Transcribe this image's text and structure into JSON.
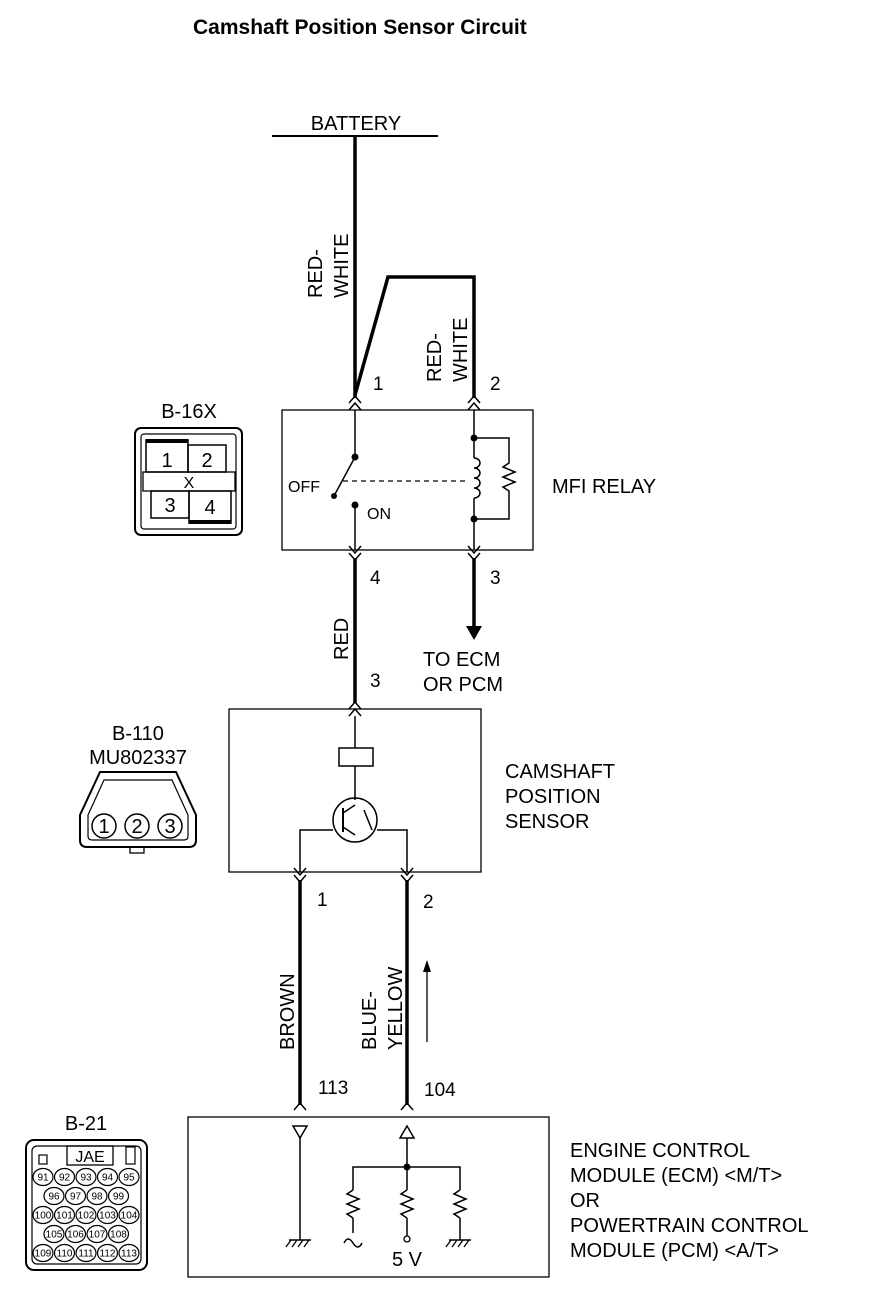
{
  "title": "Camshaft Position Sensor Circuit",
  "battery": "BATTERY",
  "wires": {
    "red_white_1": [
      "RED-",
      "WHITE"
    ],
    "red_white_2": [
      "RED-",
      "WHITE"
    ],
    "red": "RED",
    "brown": "BROWN",
    "blue_yellow": [
      "BLUE-",
      "YELLOW"
    ]
  },
  "relay": {
    "name": "MFI RELAY",
    "off": "OFF",
    "on": "ON",
    "pins": [
      "1",
      "2",
      "4",
      "3"
    ]
  },
  "to_ecm": [
    "TO ECM",
    "OR PCM"
  ],
  "sensor": {
    "name": [
      "CAMSHAFT",
      "POSITION",
      "SENSOR"
    ],
    "pin_top": "3",
    "pin_left": "1",
    "pin_right": "2"
  },
  "ecm": {
    "name": [
      "ENGINE CONTROL",
      "MODULE (ECM) <M/T>",
      "OR",
      "POWERTRAIN CONTROL",
      "MODULE (PCM) <A/T>"
    ],
    "pin_left": "113",
    "pin_right": "104",
    "voltage": "5 V"
  },
  "connectors": {
    "b16x": {
      "name": "B-16X",
      "pins": [
        "1",
        "2",
        "3",
        "4"
      ],
      "mark": "X"
    },
    "b110": {
      "name": "B-110",
      "part": "MU802337",
      "pins": [
        "1",
        "2",
        "3"
      ]
    },
    "b21": {
      "name": "B-21",
      "label": "JAE",
      "rows": [
        [
          "91",
          "92",
          "93",
          "94",
          "95"
        ],
        [
          "96",
          "97",
          "98",
          "99"
        ],
        [
          "100",
          "101",
          "102",
          "103",
          "104"
        ],
        [
          "105",
          "106",
          "107",
          "108"
        ],
        [
          "109",
          "110",
          "111",
          "112",
          "113"
        ]
      ]
    }
  }
}
